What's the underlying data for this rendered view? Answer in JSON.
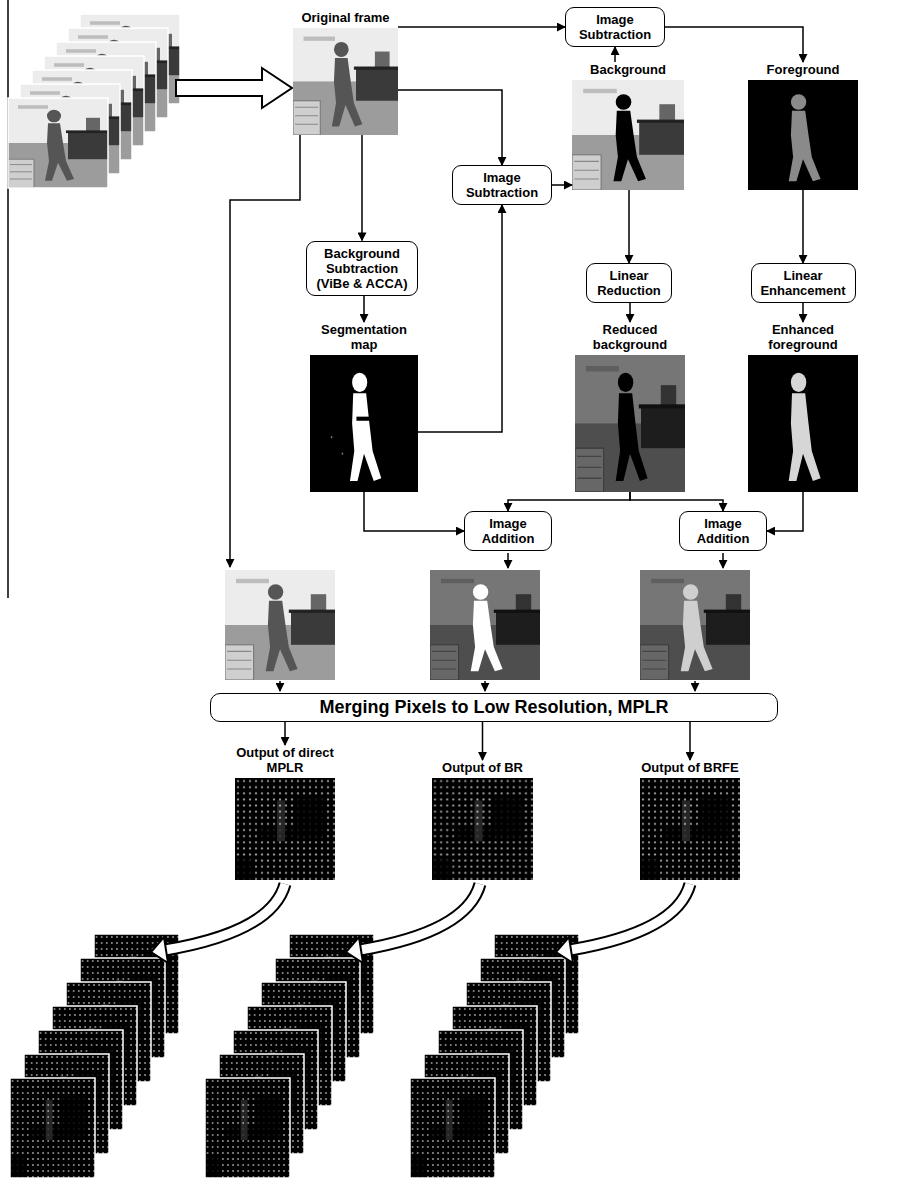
{
  "diagram": {
    "nodes": [
      {
        "text": [
          "Original frame"
        ]
      },
      {
        "text": [
          "Image Subtraction"
        ]
      },
      {
        "text": [
          "Background"
        ]
      },
      {
        "text": [
          "Foreground"
        ]
      },
      {
        "text": [
          "Image Subtraction"
        ]
      },
      {
        "text": [
          "Background Subtraction (ViBe & ACCA)"
        ]
      },
      {
        "text": [
          "Segmentation map"
        ]
      },
      {
        "text": [
          "Linear Reduction"
        ]
      },
      {
        "text": [
          "Linear Enhancement"
        ]
      },
      {
        "text": [
          "Reduced background"
        ]
      },
      {
        "text": [
          "Enhanced foreground"
        ]
      },
      {
        "text": [
          "Image Addition"
        ]
      },
      {
        "text": [
          "Image Addition"
        ]
      },
      {
        "text": [
          "Merging Pixels to Low Resolution, MPLR"
        ]
      },
      {
        "text": [
          "Output of direct MPLR"
        ]
      },
      {
        "text": [
          "Output of BR"
        ]
      },
      {
        "text": [
          "Output of BRFE"
        ]
      }
    ],
    "edges": [
      {
        "from": 0,
        "to": 1,
        "arrow": "to"
      },
      {
        "from": 2,
        "to": 1,
        "arrow": "to"
      },
      {
        "from": 1,
        "to": 3,
        "arrow": "to"
      },
      {
        "from": 0,
        "to": 4,
        "arrow": "to"
      },
      {
        "from": 0,
        "to": 5,
        "arrow": "to"
      },
      {
        "from": 5,
        "to": 6,
        "arrow": "to"
      },
      {
        "from": 6,
        "to": 4,
        "arrow": "to"
      },
      {
        "from": 4,
        "to": 2,
        "arrow": "to"
      },
      {
        "from": 2,
        "to": 7,
        "arrow": "to"
      },
      {
        "from": 3,
        "to": 8,
        "arrow": "to"
      },
      {
        "from": 7,
        "to": 9,
        "arrow": "to"
      },
      {
        "from": 8,
        "to": 10,
        "arrow": "to"
      },
      {
        "from": 6,
        "to": 11,
        "arrow": "to"
      },
      {
        "from": 9,
        "to": 11,
        "arrow": "to"
      },
      {
        "from": 9,
        "to": 12,
        "arrow": "to"
      },
      {
        "from": 10,
        "to": 12,
        "arrow": "to"
      },
      {
        "from": 13,
        "to": 14,
        "arrow": "to"
      },
      {
        "from": 13,
        "to": 15,
        "arrow": "to"
      },
      {
        "from": 13,
        "to": 16,
        "arrow": "to"
      }
    ]
  }
}
